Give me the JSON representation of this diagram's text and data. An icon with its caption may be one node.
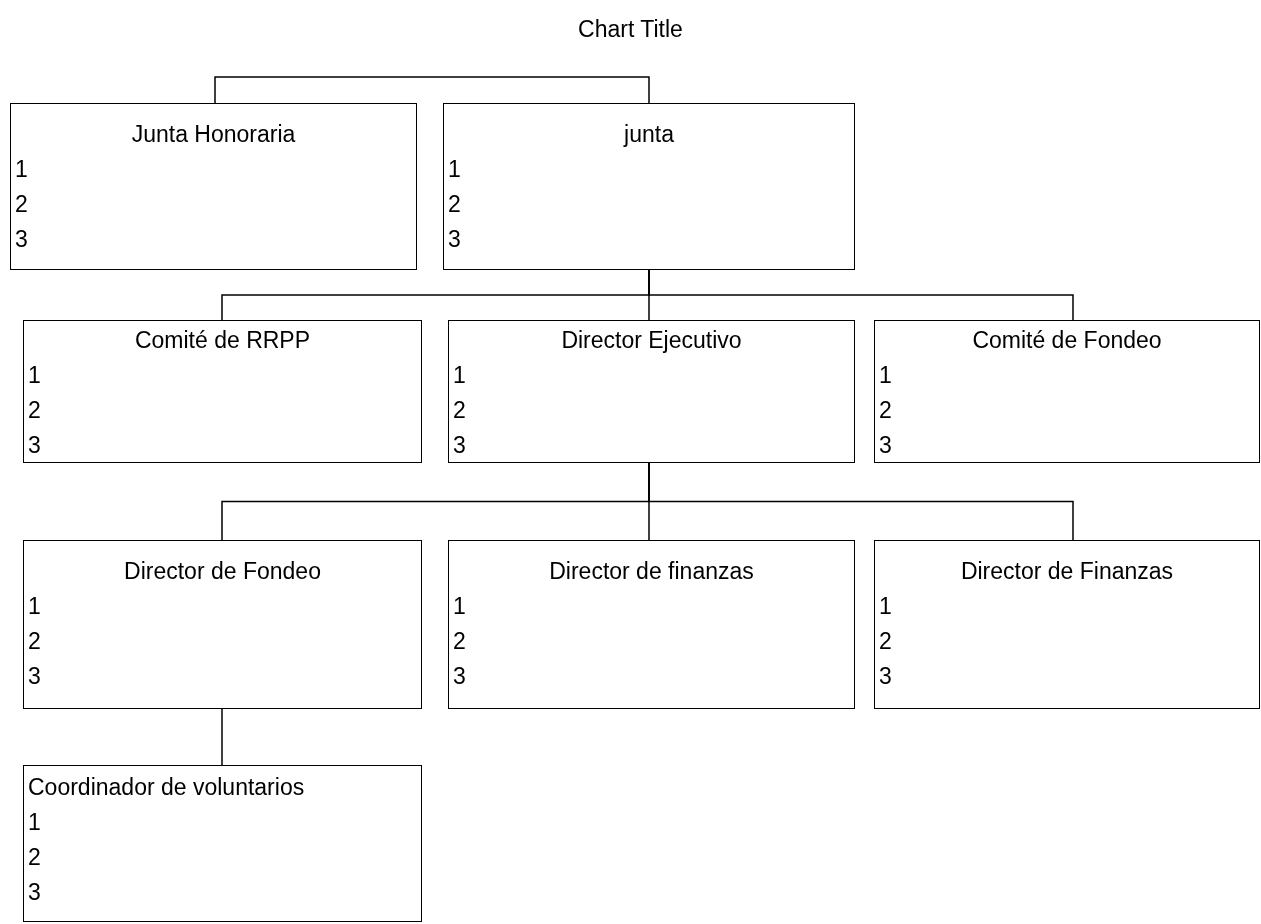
{
  "diagram": {
    "title": "Chart Title",
    "nodes": [
      {
        "text": [
          "Junta Honoraria",
          "1",
          "2",
          "3"
        ]
      },
      {
        "text": [
          "junta",
          "1",
          "2",
          "3"
        ]
      },
      {
        "text": [
          "Comité de RRPP",
          "1",
          "2",
          "3"
        ]
      },
      {
        "text": [
          "Director Ejecutivo",
          "1",
          "2",
          "3"
        ]
      },
      {
        "text": [
          "Comité de Fondeo",
          "1",
          "2",
          "3"
        ]
      },
      {
        "text": [
          "Director de Fondeo",
          "1",
          "2",
          "3"
        ]
      },
      {
        "text": [
          "Director de finanzas",
          "1",
          "2",
          "3"
        ]
      },
      {
        "text": [
          "Director de Finanzas",
          "1",
          "2",
          "3"
        ]
      },
      {
        "text": [
          "Coordinador de voluntarios",
          "1",
          "2",
          "3"
        ]
      }
    ],
    "edges": [
      {
        "from": 0,
        "to": 1,
        "arrow": "none"
      },
      {
        "from": 1,
        "to": 2,
        "arrow": "none"
      },
      {
        "from": 1,
        "to": 3,
        "arrow": "none"
      },
      {
        "from": 1,
        "to": 4,
        "arrow": "none"
      },
      {
        "from": 3,
        "to": 5,
        "arrow": "none"
      },
      {
        "from": 3,
        "to": 6,
        "arrow": "none"
      },
      {
        "from": 3,
        "to": 7,
        "arrow": "none"
      },
      {
        "from": 5,
        "to": 8,
        "arrow": "none"
      }
    ]
  }
}
